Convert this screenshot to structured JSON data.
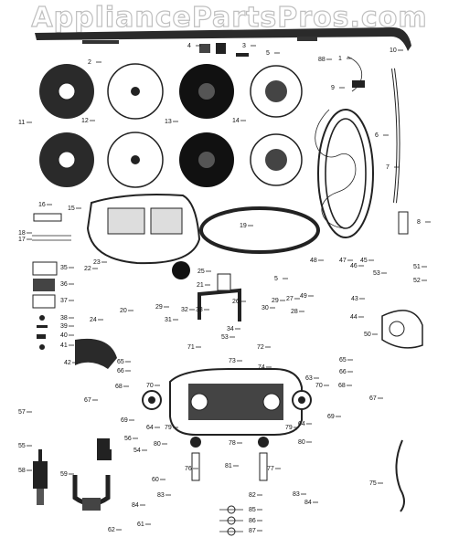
{
  "watermark": "AppliancePartsPros.com",
  "callouts": [
    "1",
    "2",
    "3",
    "4",
    "5",
    "6",
    "7",
    "8",
    "9",
    "10",
    "11",
    "12",
    "13",
    "14",
    "15",
    "16",
    "17",
    "18",
    "19",
    "20",
    "21",
    "22",
    "23",
    "24",
    "25",
    "26",
    "27",
    "28",
    "29",
    "30",
    "31",
    "32",
    "33",
    "34",
    "35",
    "36",
    "37",
    "38",
    "39",
    "40",
    "41",
    "42",
    "43",
    "44",
    "45",
    "46",
    "47",
    "48",
    "49",
    "50",
    "51",
    "52",
    "53",
    "54",
    "55",
    "56",
    "57",
    "58",
    "59",
    "60",
    "61",
    "62",
    "63",
    "64",
    "65",
    "66",
    "67",
    "68",
    "69",
    "70",
    "71",
    "72",
    "73",
    "74",
    "75",
    "76",
    "77",
    "78",
    "79",
    "80",
    "81",
    "82",
    "83",
    "84",
    "85",
    "86",
    "87",
    "88"
  ],
  "colors": {
    "ink": "#111111",
    "shade": "#2a2a2a",
    "paper": "#ffffff",
    "watermark": "#b9b9b9"
  }
}
